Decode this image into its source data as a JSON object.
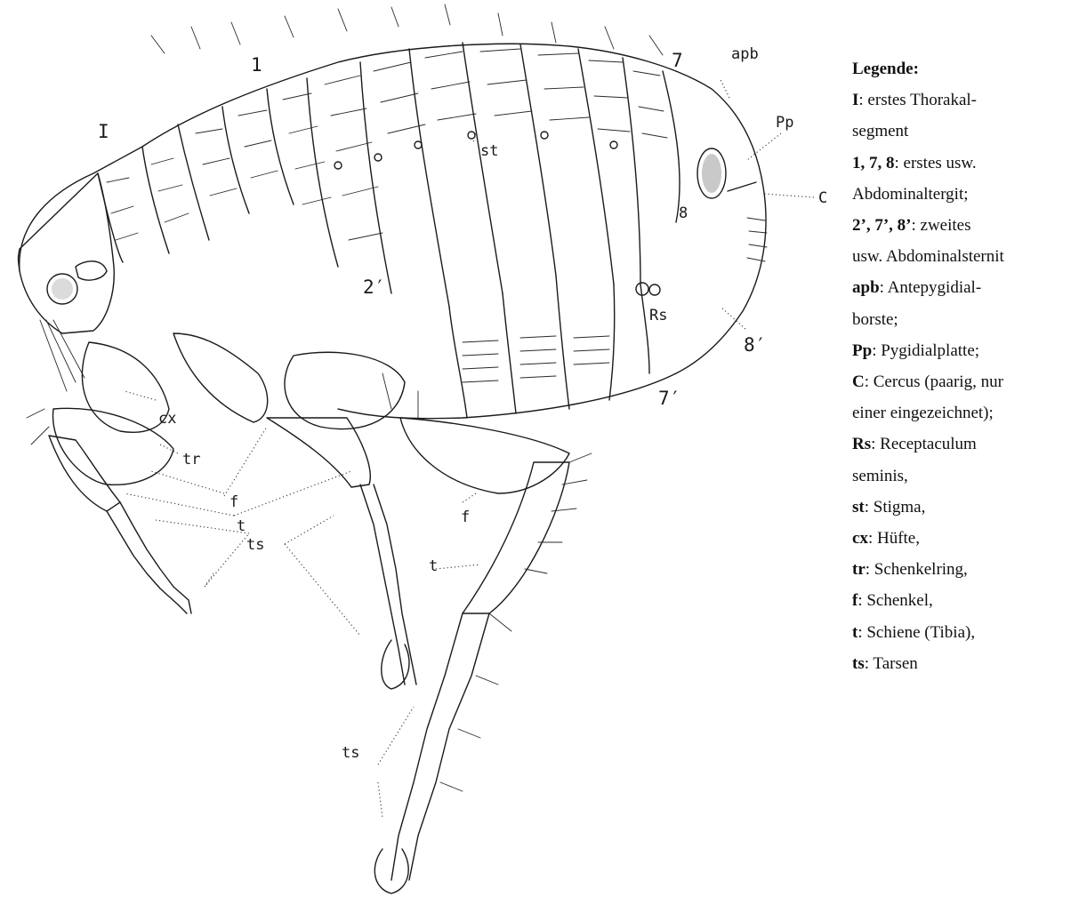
{
  "figure": {
    "labels": {
      "I": "I",
      "seg1": "1",
      "seg7": "7",
      "apb": "apb",
      "Pp": "Pp",
      "C": "C",
      "st": "st",
      "seg8": "8",
      "seg2s": "2′",
      "Rs": "Rs",
      "seg8s": "8′",
      "seg7s": "7′",
      "cx": "cx",
      "tr": "tr",
      "f1": "f",
      "t1": "t",
      "ts1": "ts",
      "f2": "f",
      "t2": "t",
      "ts2": "ts"
    }
  },
  "legend": {
    "title": "Legende:",
    "lines": [
      {
        "key": "I",
        "text": ": erstes Thorakal-"
      },
      {
        "key": "",
        "text": "segment"
      },
      {
        "key": "1, 7, 8",
        "text": ": erstes usw."
      },
      {
        "key": "",
        "text": "Abdominaltergit;"
      },
      {
        "key": "2’, 7’, 8’",
        "text": ": zweites"
      },
      {
        "key": "",
        "text": "usw. Abdominalsternit"
      },
      {
        "key": "apb",
        "text": ": Antepygidial-"
      },
      {
        "key": "",
        "text": "borste;"
      },
      {
        "key": "Pp",
        "text": ": Pygidialplatte;"
      },
      {
        "key": "C",
        "text": ": Cercus (paarig, nur"
      },
      {
        "key": "",
        "text": "einer eingezeichnet);"
      },
      {
        "key": "Rs",
        "text": ": Receptaculum"
      },
      {
        "key": "",
        "text": "seminis,"
      },
      {
        "key": "st",
        "text": ": Stigma,"
      },
      {
        "key": "cx",
        "text": ": Hüfte,"
      },
      {
        "key": "tr",
        "text": ": Schenkelring,"
      },
      {
        "key": "f",
        "text": ": Schenkel,"
      },
      {
        "key": "t",
        "text": ": Schiene (Tibia),"
      },
      {
        "key": "ts",
        "text": ": Tarsen"
      }
    ]
  }
}
